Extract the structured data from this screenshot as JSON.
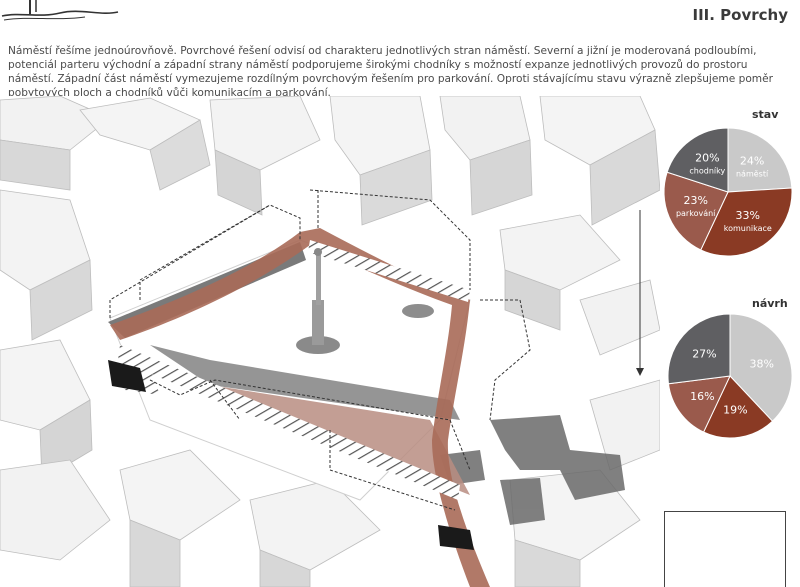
{
  "header": {
    "title": "III. Povrchy"
  },
  "intro": {
    "text": "Náměstí řešíme jednoúrovňově. Povrchové řešení odvisí od charakteru jednotlivých stran náměstí. Severní a jižní je moderovaná podloubími, potenciál parteru východní a západní strany náměstí podporujeme širokými chodníky s možností expanze jednotlivých provozů do prostoru náměstí.  Západní část náměstí vymezujeme rozdílným povrchovým řešením pro parkování. Oproti stávajícímu stavu výrazně zlepšujeme poměr pobytových ploch a chodníků vůči komunikacím a parkování."
  },
  "colors": {
    "namesti": "#c9c9c9",
    "chodniky": "#5f5f62",
    "parkovani": "#9a5a4c",
    "komunikace": "#8a3a24",
    "road_overlay": "#a86a58",
    "parking_overlay": "#b98d81",
    "sidewalk_overlay": "#8a8a8a",
    "building_top": "#f4f4f4",
    "building_side": "#d9d9d9"
  },
  "chart_data": [
    {
      "type": "pie",
      "title": "stav",
      "slices": [
        {
          "label": "náměstí",
          "value": 24,
          "display": "24%",
          "color": "#c9c9c9"
        },
        {
          "label": "komunikace",
          "value": 33,
          "display": "33%",
          "color": "#8a3a24"
        },
        {
          "label": "parkování",
          "value": 23,
          "display": "23%",
          "color": "#9a5a4c"
        },
        {
          "label": "chodníky",
          "value": 20,
          "display": "20%",
          "color": "#5f5f62"
        }
      ]
    },
    {
      "type": "pie",
      "title": "návrh",
      "slices": [
        {
          "label": "",
          "value": 38,
          "display": "38%",
          "color": "#c9c9c9"
        },
        {
          "label": "",
          "value": 19,
          "display": "19%",
          "color": "#8a3a24"
        },
        {
          "label": "",
          "value": 16,
          "display": "16%",
          "color": "#9a5a4c"
        },
        {
          "label": "",
          "value": 27,
          "display": "27%",
          "color": "#5f5f62"
        }
      ]
    }
  ]
}
